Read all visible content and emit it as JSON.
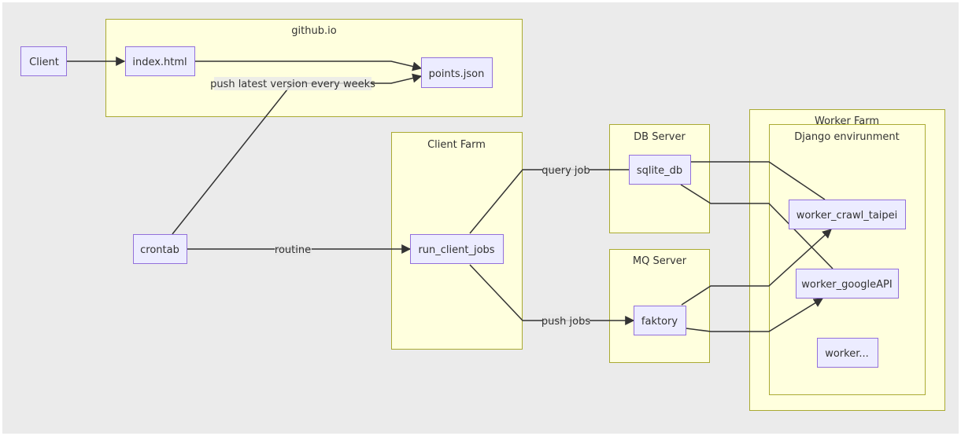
{
  "diagram": {
    "colors": {
      "background": "#ebebeb",
      "cluster_fill": "#ffffde",
      "cluster_stroke": "#aaaa33",
      "node_fill": "#ececff",
      "node_stroke": "#9370db",
      "edge": "#333333"
    },
    "clusters": {
      "github": "github.io",
      "client_farm": "Client Farm",
      "db_server": "DB Server",
      "mq_server": "MQ Server",
      "worker_farm": "Worker Farm",
      "django": "Django envirunment"
    },
    "nodes": {
      "client": "Client",
      "index": "index.html",
      "points": "points.json",
      "crontab": "crontab",
      "run_jobs": "run_client_jobs",
      "sqlite": "sqlite_db",
      "faktory": "faktory",
      "crawl": "worker_crawl_taipei",
      "google": "worker_googleAPI",
      "worker_more": "worker..."
    },
    "edge_labels": {
      "push": "push latest version every weeks",
      "routine": "routine",
      "query": "query job",
      "push_jobs": "push jobs"
    }
  }
}
